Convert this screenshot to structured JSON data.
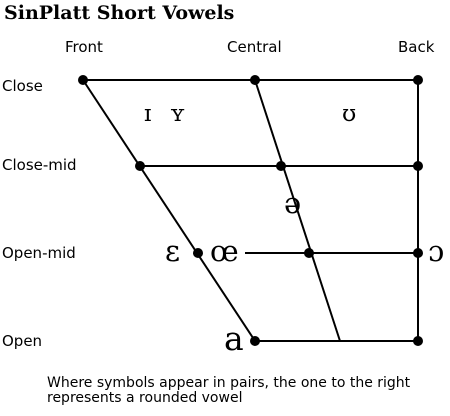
{
  "title": "SinPlatt Short Vowels",
  "columns": {
    "front": "Front",
    "central": "Central",
    "back": "Back"
  },
  "rows": {
    "close": "Close",
    "close_mid": "Close-mid",
    "open_mid": "Open-mid",
    "open": "Open"
  },
  "vowels": {
    "near_close_front_unrounded": "ɪ",
    "near_close_front_rounded": "ʏ",
    "near_close_back_rounded": "ʊ",
    "mid_central": "ə",
    "open_mid_front_unrounded": "ɛ",
    "open_mid_front_rounded": "œ",
    "open_mid_back_rounded": "ɔ",
    "open_central": "a"
  },
  "footnote": {
    "line1": "Where symbols appear in pairs, the one to the right",
    "line2": "represents a rounded vowel"
  }
}
